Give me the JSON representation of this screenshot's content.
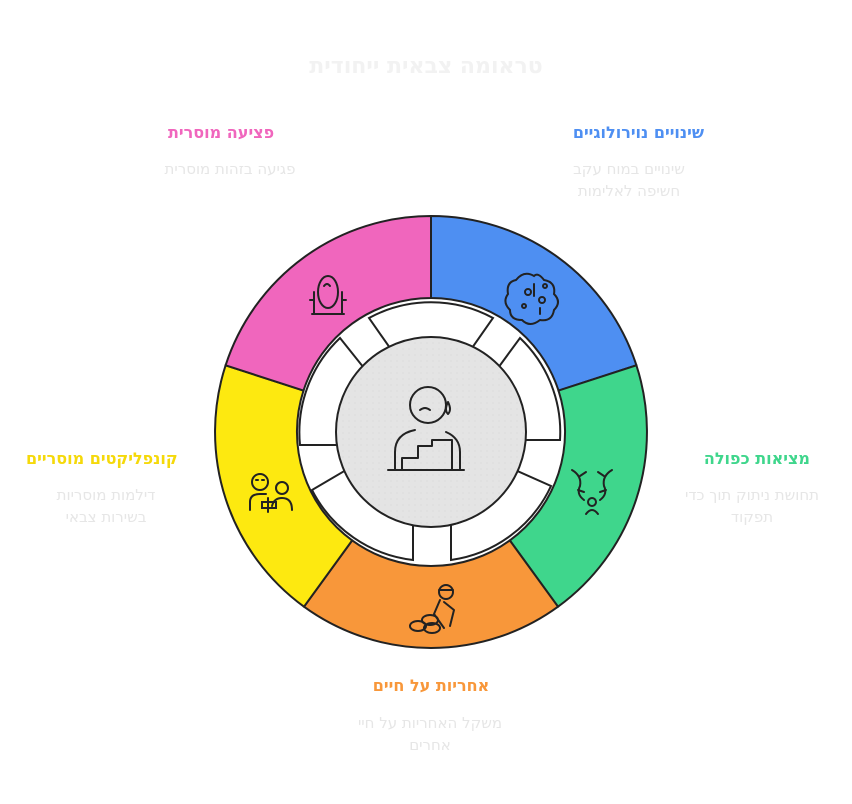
{
  "title": "טראומה צבאית ייחודית",
  "segments": [
    {
      "id": "neuro",
      "title": "שינויים נוירולוגיים",
      "desc": "שינויים במוח עקב חשיפה לאלימות",
      "color": "#4e8ff2",
      "icon": "brain-icon"
    },
    {
      "id": "dual",
      "title": "מציאות כפולה",
      "desc": "תחושת ניתוק תוך כדי תפקוד",
      "color": "#3fd68c",
      "icon": "split-path-icon"
    },
    {
      "id": "responsibility",
      "title": "אחריות על חיים",
      "desc": "משקל האחריות על חיי אחרים",
      "color": "#f8973a",
      "icon": "soldier-burden-icon"
    },
    {
      "id": "conflicts",
      "title": "קונפליקטים מוסריים",
      "desc": "דילמות מוסריות בשירות צבאי",
      "color": "#fde910",
      "icon": "dilemma-people-icon"
    },
    {
      "id": "injury",
      "title": "פציעה מוסרית",
      "desc": "פגיעה בזהות מוסרית",
      "color": "#f066bd",
      "icon": "mirror-icon"
    }
  ],
  "center_icon": "sad-person-icon"
}
